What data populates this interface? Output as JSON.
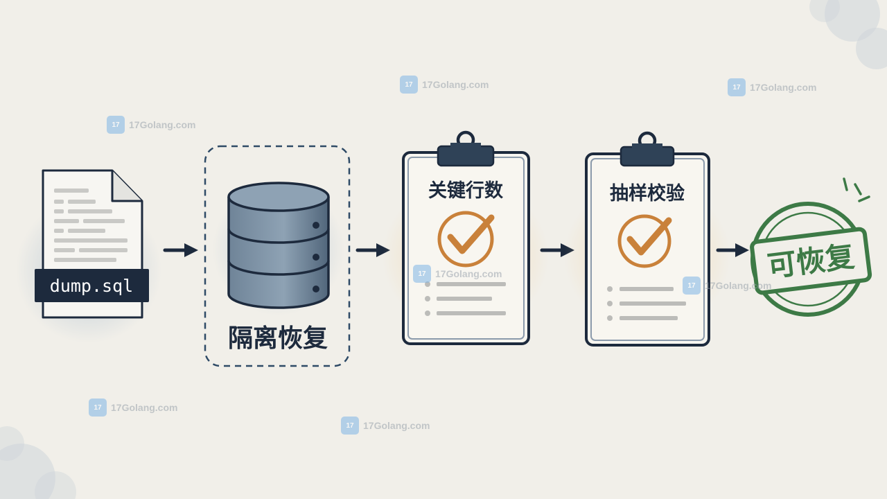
{
  "file": {
    "label": "dump.sql"
  },
  "steps": {
    "isolated_restore": "隔离恢复",
    "key_row_count": "关键行数",
    "sample_check": "抽样校验"
  },
  "stamp": {
    "label": "可恢复"
  },
  "watermark": {
    "text": "17Golang.com"
  },
  "colors": {
    "navy": "#1d2a3d",
    "slate": "#5a6f84",
    "check_orange": "#c9813a",
    "stamp_green": "#3d7a46",
    "glow_orange": "#f0d2a0",
    "glow_blue": "#b8c8d6"
  }
}
